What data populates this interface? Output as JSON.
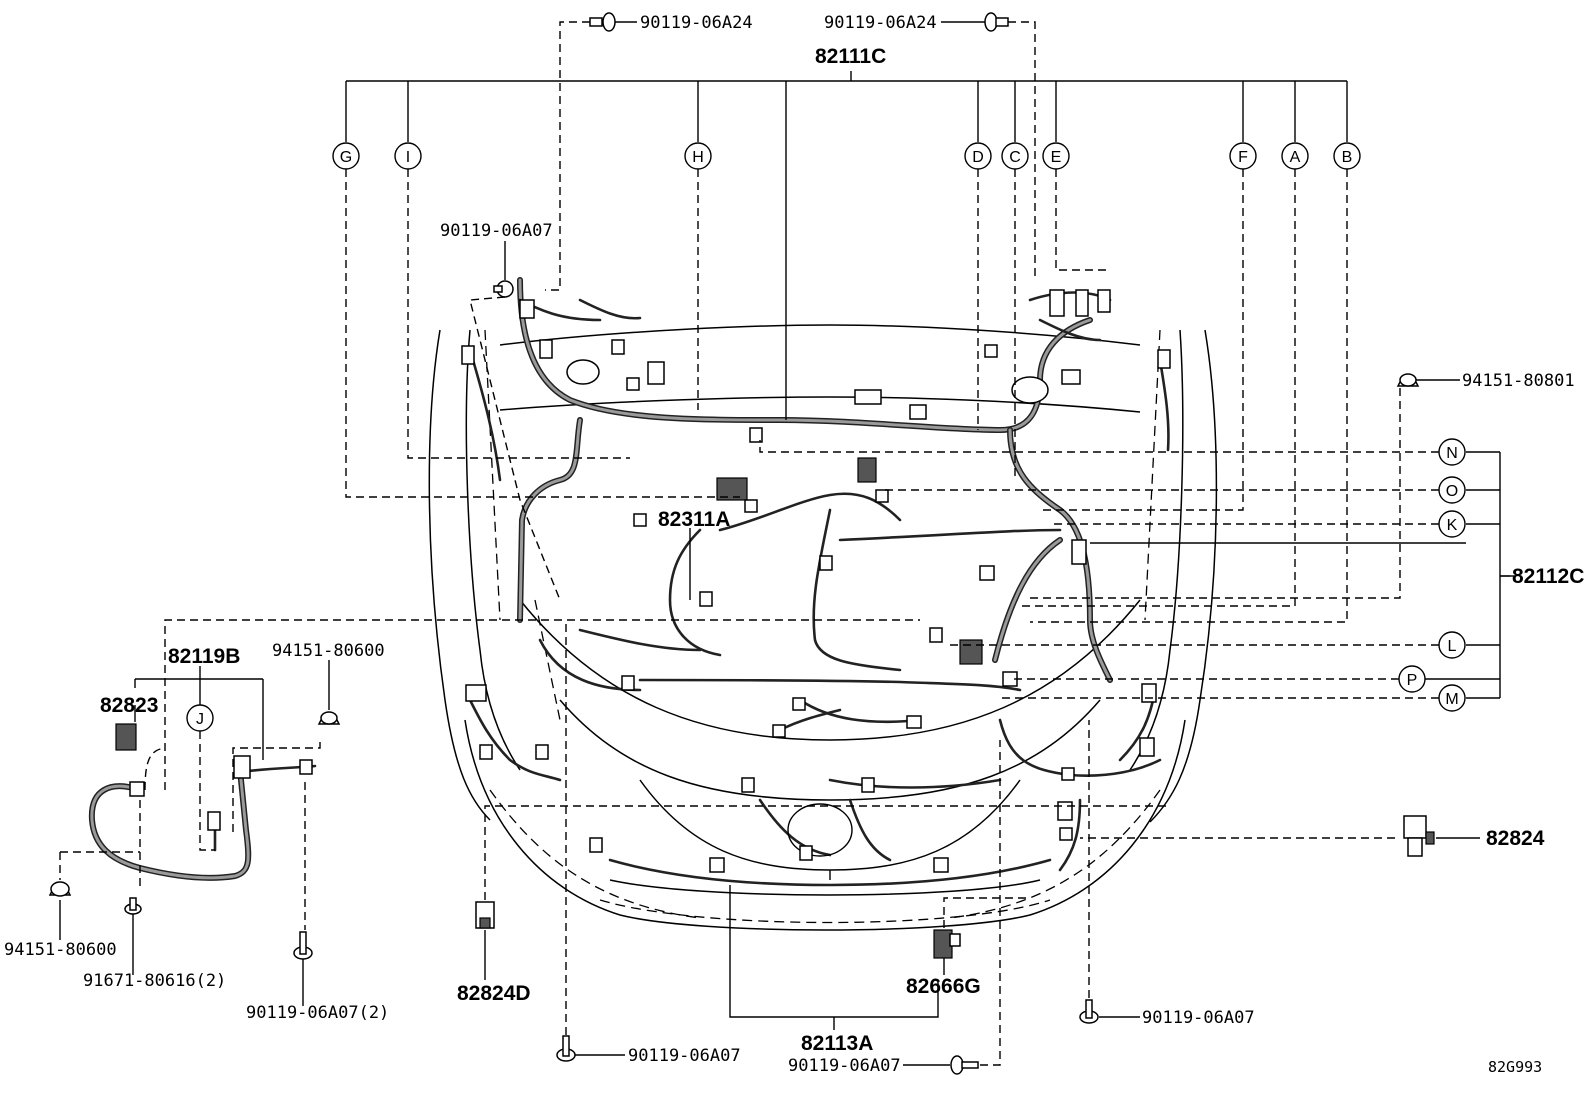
{
  "diagram_ref": "82G993",
  "wire_harnesses": {
    "engine_room_main": "82111C",
    "engine_room_sub": "82112C",
    "no1_engine_wire": "82311A",
    "frame_wire": "82113A",
    "sensor_wire": "82119B"
  },
  "connector_parts": {
    "sensor_connector_left": "82823",
    "sensor_connector_right": "82824",
    "sensor_connector_front": "82824D",
    "connector_front_center": "82666G"
  },
  "fasteners": {
    "bolt_top_left": "90119-06A24",
    "bolt_top_right": "90119-06A24",
    "bolt_upper_left": "90119-06A07",
    "clip_right": "94151-80801",
    "clip_left_upper": "94151-80600",
    "clip_left_lower": "94151-80600",
    "bolt_left_qty": "91671-80616(2)",
    "bolt_left_qty2": "90119-06A07(2)",
    "bolt_bottom_center_left": "90119-06A07",
    "bolt_bottom_center": "90119-06A07",
    "bolt_bottom_right": "90119-06A07"
  },
  "callouts": {
    "top": [
      "G",
      "I",
      "H",
      "D",
      "C",
      "E",
      "F",
      "A",
      "B"
    ],
    "right": [
      "N",
      "O",
      "K",
      "L",
      "P",
      "M"
    ],
    "left": [
      "J"
    ]
  }
}
